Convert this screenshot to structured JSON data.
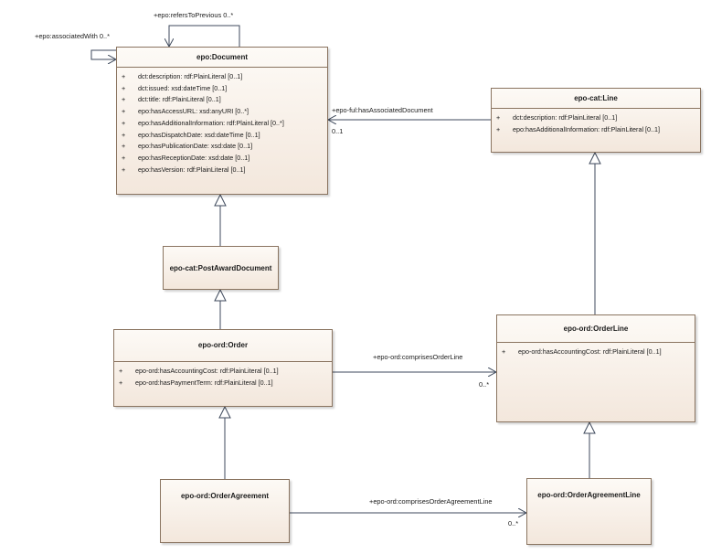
{
  "classes": {
    "document": {
      "name": "epo:Document",
      "attributes": [
        {
          "vis": "+",
          "text": "dct:description: rdf:PlainLiteral [0..1]"
        },
        {
          "vis": "+",
          "text": "dct:issued: xsd:dateTime [0..1]"
        },
        {
          "vis": "+",
          "text": "dct:title: rdf:PlainLiteral [0..1]"
        },
        {
          "vis": "+",
          "text": "epo:hasAccessURL: xsd:anyURI [0..*]"
        },
        {
          "vis": "+",
          "text": "epo:hasAdditionalInformation: rdf:PlainLiteral [0..*]"
        },
        {
          "vis": "+",
          "text": "epo:hasDispatchDate: xsd:dateTime [0..1]"
        },
        {
          "vis": "+",
          "text": "epo:hasPublicationDate: xsd:date [0..1]"
        },
        {
          "vis": "+",
          "text": "epo:hasReceptionDate: xsd:date [0..1]"
        },
        {
          "vis": "+",
          "text": "epo:hasVersion: rdf:PlainLiteral [0..1]"
        }
      ]
    },
    "line": {
      "name": "epo-cat:Line",
      "attributes": [
        {
          "vis": "+",
          "text": "dct:description: rdf:PlainLiteral [0..1]"
        },
        {
          "vis": "+",
          "text": "epo:hasAdditionalInformation: rdf:PlainLiteral [0..1]"
        }
      ]
    },
    "post_award_document": {
      "name": "epo-cat:PostAwardDocument"
    },
    "order": {
      "name": "epo-ord:Order",
      "attributes": [
        {
          "vis": "+",
          "text": "epo-ord:hasAccountingCost: rdf:PlainLiteral [0..1]"
        },
        {
          "vis": "+",
          "text": "epo-ord:hasPaymentTerm: rdf:PlainLiteral [0..1]"
        }
      ]
    },
    "order_line": {
      "name": "epo-ord:OrderLine",
      "attributes": [
        {
          "vis": "+",
          "text": "epo-ord:hasAccountingCost: rdf:PlainLiteral [0..1]"
        }
      ]
    },
    "order_agreement": {
      "name": "epo-ord:OrderAgreement"
    },
    "order_agreement_line": {
      "name": "epo-ord:OrderAgreementLine"
    }
  },
  "associations": {
    "associated_with": {
      "label": "+epo:associatedWith",
      "multiplicity": "0..*"
    },
    "refers_to_previous": {
      "label": "+epo:refersToPrevious",
      "multiplicity": "0..*"
    },
    "has_associated_document": {
      "label": "+epo-ful:hasAssociatedDocument",
      "multiplicity": "0..1"
    },
    "comprises_order_line": {
      "label": "+epo-ord:comprisesOrderLine",
      "multiplicity": "0..*"
    },
    "comprises_order_agreement_line": {
      "label": "+epo-ord:comprisesOrderAgreementLine",
      "multiplicity": "0..*"
    }
  },
  "colors": {
    "line": "#3f4a5c",
    "border": "#8a7460",
    "fill": "#f6ede4"
  }
}
